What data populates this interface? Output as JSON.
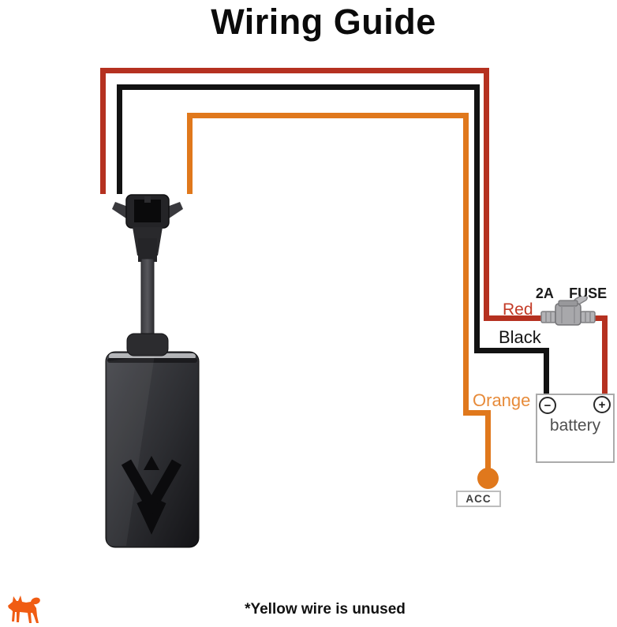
{
  "title": "Wiring Guide",
  "footnote": "*Yellow wire is unused",
  "wires": {
    "red": {
      "label": "Red",
      "color": "#b53120"
    },
    "black": {
      "label": "Black",
      "color": "#121212"
    },
    "orange": {
      "label": "Orange",
      "color": "#e0781c"
    }
  },
  "label_colors": {
    "red": "#c33b27",
    "orange": "#e78b3a"
  },
  "fuse": {
    "label": "2A  FUSE"
  },
  "battery": {
    "label": "battery",
    "minus": "−",
    "plus": "+"
  },
  "acc": {
    "label": "ACC"
  },
  "brand": {
    "dog_icon_color": "#f05c13"
  },
  "icons": {
    "brand_dog": "dog-silhouette-icon",
    "fuse": "inline-fuse-icon",
    "acc_terminal": "orange-dot",
    "device": "gps-tracker-device"
  },
  "connections": [
    {
      "wire": "Red",
      "via": "2A FUSE",
      "to": "battery +"
    },
    {
      "wire": "Black",
      "via": "",
      "to": "battery −"
    },
    {
      "wire": "Orange",
      "via": "",
      "to": "ACC"
    }
  ]
}
